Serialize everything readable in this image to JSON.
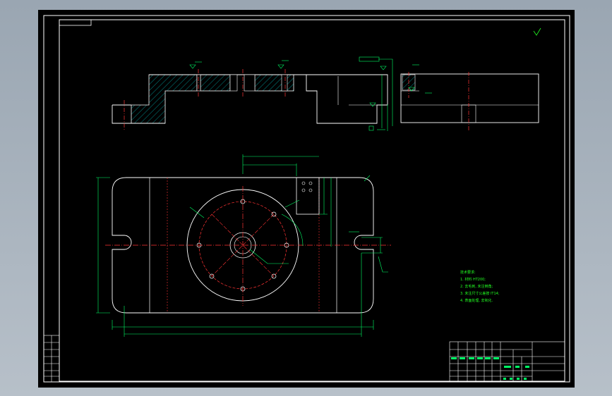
{
  "drawing": {
    "title_block": {
      "designation": "",
      "material": "",
      "scale": ""
    },
    "technical_requirements": {
      "heading": "技术要求:",
      "items": [
        "1. 材料 HT200;",
        "2. 去毛刺, 未注倒角;",
        "3. 未注尺寸公差按 IT14;",
        "4. 表面处理, 去氧化."
      ]
    }
  },
  "colors": {
    "outline": "#ffffff",
    "dimension": "#00ff66",
    "center_line": "#ff3333",
    "hatch": "#00c8c8",
    "frame": "#ffffff",
    "background": "#000000"
  }
}
